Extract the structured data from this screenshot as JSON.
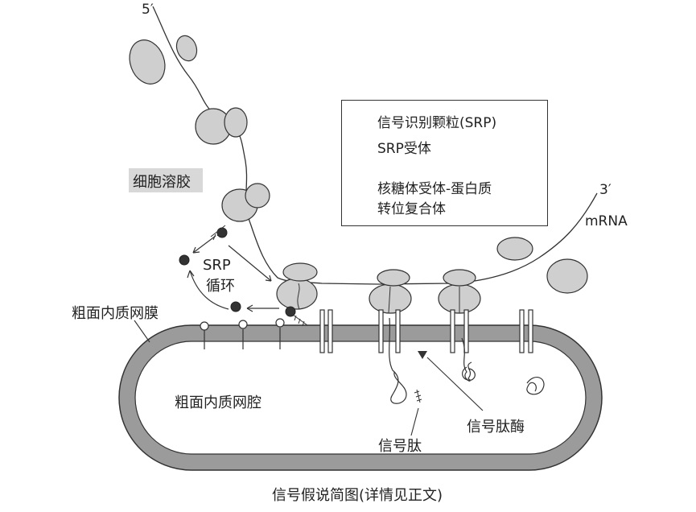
{
  "labels": {
    "five_prime": "5′",
    "three_prime": "3′",
    "mrna": "mRNA",
    "cytosol": "细胞溶胶",
    "srp_cycle_line1": "SRP",
    "srp_cycle_line2": "循环",
    "rer_membrane": "粗面内质网膜",
    "rer_lumen": "粗面内质网腔",
    "signal_peptide": "信号肽",
    "signal_peptidase": "信号肽酶",
    "caption": "信号假说简图(详情见正文)"
  },
  "legend": {
    "srp": "信号识别颗粒(SRP)",
    "srp_receptor": "SRP受体",
    "translocon_line1": "核糖体受体-蛋白质",
    "translocon_line2": "转位复合体"
  },
  "colors": {
    "ribosome_fill": "#cfcfcf",
    "membrane_fill": "#9b9b9b",
    "lumen_fill": "#ffffff",
    "srp_fill": "#333333",
    "line": "#333333"
  }
}
